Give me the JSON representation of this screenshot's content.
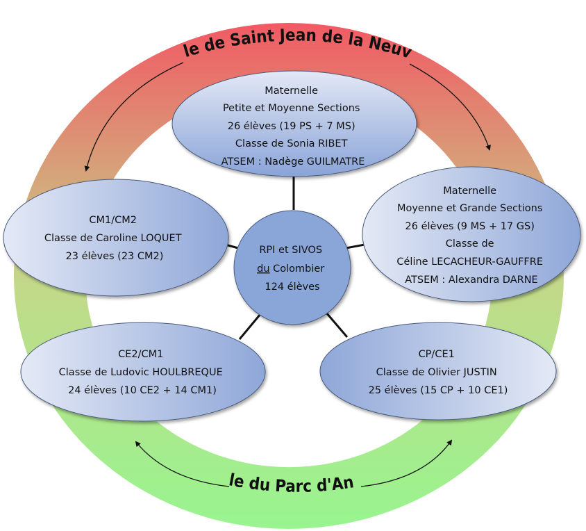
{
  "schools": {
    "top_name": "Ecole de Saint Jean de la Neuville",
    "bottom_name": "Ecole du Parc d'Anxtot"
  },
  "center": {
    "line1": "RPI et SIVOS",
    "line2_link": "du",
    "line2_rest": " Colombier",
    "line3": "124 élèves"
  },
  "classes": {
    "maternelle_ps_ms": {
      "lines": [
        "Maternelle",
        "Petite et Moyenne Sections",
        "26 élèves (19 PS + 7 MS)",
        "Classe de Sonia RIBET",
        "ATSEM : Nadège GUILMATRE"
      ]
    },
    "maternelle_ms_gs": {
      "lines": [
        "Maternelle",
        "Moyenne et Grande Sections",
        "26 élèves (9 MS + 17 GS)",
        "Classe de",
        "Céline LECACHEUR-GAUFFRE",
        "ATSEM : Alexandra DARNE"
      ]
    },
    "cp_ce1": {
      "lines": [
        "CP/CE1",
        "Classe de Olivier JUSTIN",
        "25 élèves (15 CP + 10 CE1)"
      ]
    },
    "ce2_cm1": {
      "lines": [
        "CE2/CM1",
        "Classe de Ludovic HOULBREQUE",
        "24 élèves (10 CE2 + 14 CM1)"
      ]
    },
    "cm1_cm2": {
      "lines": [
        "CM1/CM2",
        "Classe de Caroline LOQUET",
        "23 élèves (23 CM2)"
      ]
    }
  },
  "colors": {
    "ring_top": "#f15a64",
    "ring_middle": "#c2d98a",
    "ring_bottom": "#98f58f",
    "ellipse_light": "#e4e9f5",
    "ellipse_dark": "#8fa7d8",
    "center_fill": "#8aa6d9"
  }
}
